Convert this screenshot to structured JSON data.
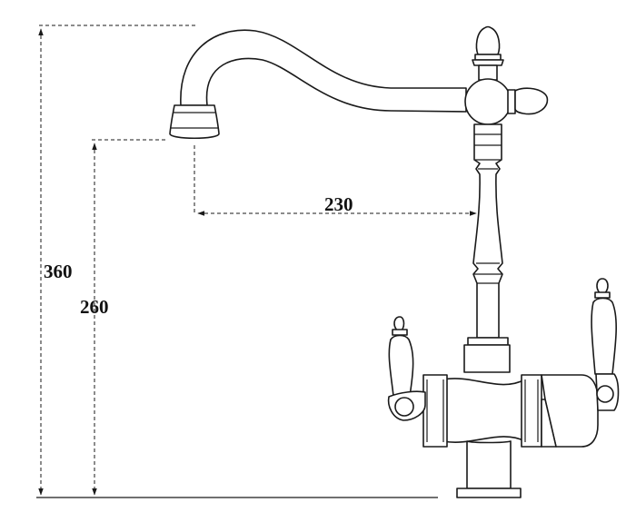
{
  "drawing": {
    "dimensions": {
      "total_height": "360",
      "spout_height": "260",
      "spout_reach": "230"
    }
  }
}
